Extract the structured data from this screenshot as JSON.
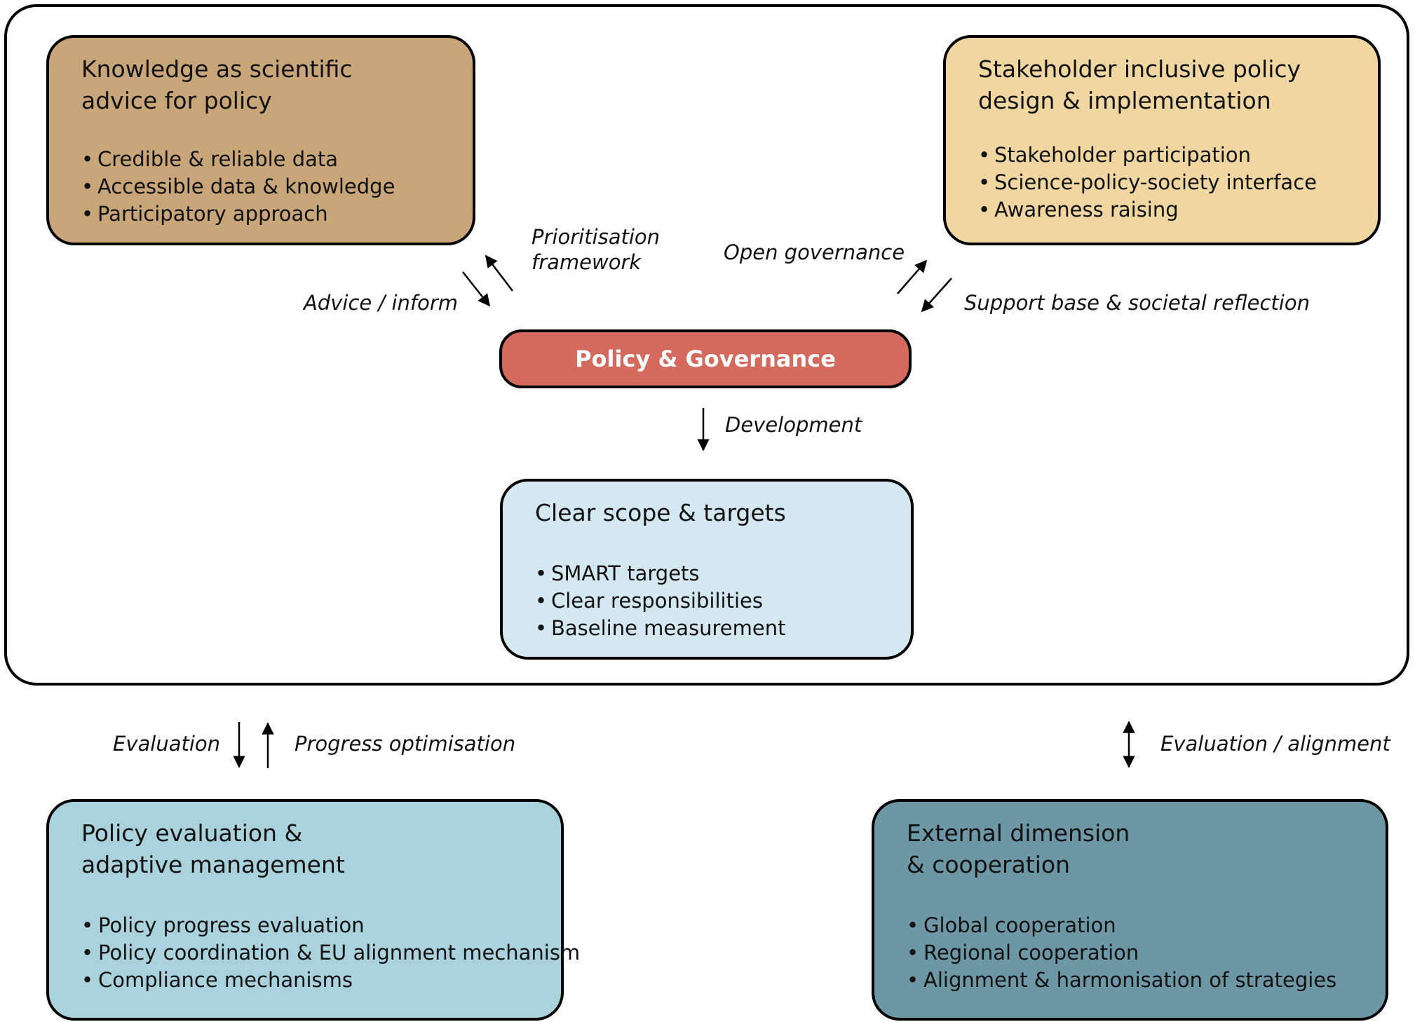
{
  "boxes": {
    "knowledge": {
      "title": "Knowledge as scientific\nadvice for policy",
      "items": [
        "Credible & reliable data",
        "Accessible data & knowledge",
        "Participatory approach"
      ]
    },
    "stakeholder": {
      "title": "Stakeholder inclusive policy\ndesign & implementation",
      "items": [
        "Stakeholder participation",
        "Science-policy-society interface",
        "Awareness raising"
      ]
    },
    "policy": {
      "title": "Policy & Governance"
    },
    "scope": {
      "title": "Clear scope & targets",
      "items": [
        "SMART targets",
        "Clear responsibilities",
        "Baseline measurement"
      ]
    },
    "evaluation": {
      "title": "Policy evaluation &\nadaptive management",
      "items": [
        "Policy progress evaluation",
        "Policy coordination & EU alignment mechanism",
        "Compliance mechanisms"
      ]
    },
    "external": {
      "title": "External dimension\n& cooperation",
      "items": [
        "Global cooperation",
        "Regional cooperation",
        "Alignment & harmonisation of strategies"
      ]
    }
  },
  "labels": {
    "prioritisation": "Prioritisation\nframework",
    "advice": "Advice / inform",
    "open_governance": "Open governance",
    "support_base": "Support base & societal reflection",
    "development": "Development",
    "evaluation": "Evaluation",
    "progress": "Progress optimisation",
    "evaluation_alignment": "Evaluation / alignment"
  },
  "colors": {
    "knowledge": "#c8a67a",
    "stakeholder": "#f0d6a0",
    "policy": "#d4695d",
    "scope": "#d4e8f1",
    "evaluation": "#a9d2dd",
    "external": "#6e97a6"
  }
}
